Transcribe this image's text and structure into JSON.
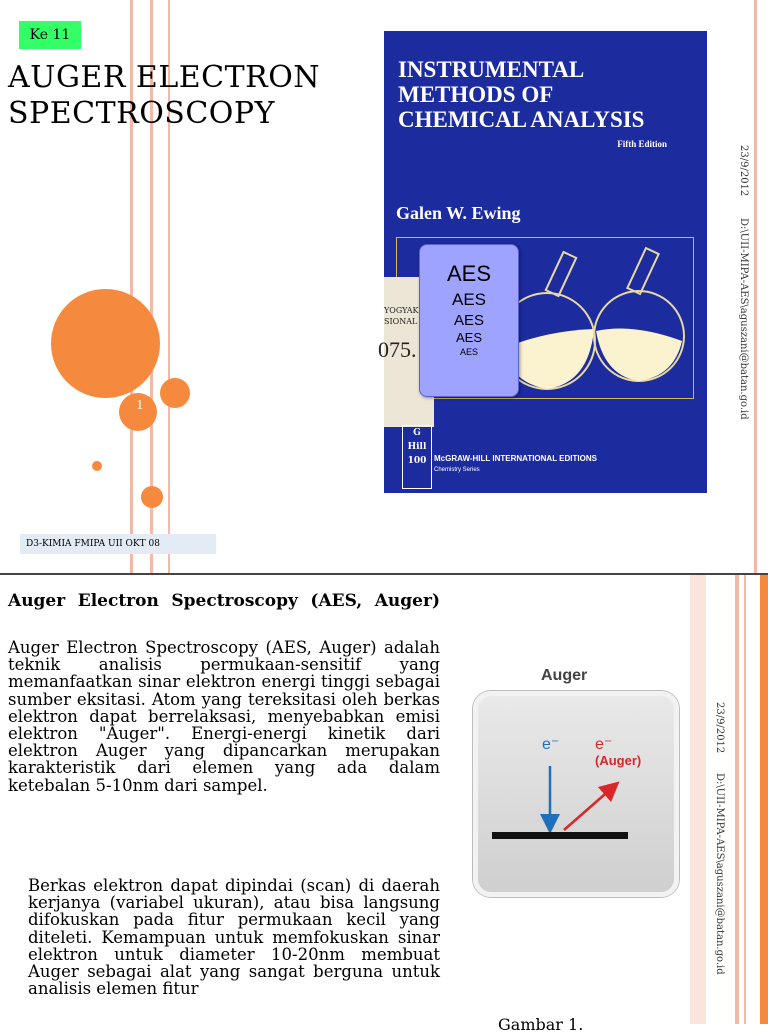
{
  "slide1": {
    "badge": "Ke 11",
    "title_line1": "AUGER ELECTRON",
    "title_line2": "SPECTROSCOPY",
    "page_number": "1",
    "footer": "D3-KIMIA FMIPA UII OKT 08",
    "side_date": "23/9/2012",
    "side_path": "D:\\UII-MIPA-AES\\aguszani@batan.go.id",
    "book_cover": {
      "title_line1": "INSTRUMENTAL",
      "title_line2": "METHODS OF",
      "title_line3": "CHEMICAL ANALYSIS",
      "edition": "Fifth Edition",
      "author": "Galen W. Ewing",
      "publisher": "McGRAW-HILL INTERNATIONAL EDITIONS",
      "series": "Chemistry Series",
      "stamp_line1": "YOGYAK",
      "stamp_line2": "SIONAL",
      "stamp_number": "075."
    },
    "aes_box": [
      "AES",
      "AES",
      "AES",
      "AES",
      "AES"
    ]
  },
  "slide2": {
    "heading": "Auger Electron Spectroscopy (AES, Auger)",
    "para1": "Auger Electron Spectroscopy (AES, Auger) adalah teknik analisis permukaan-sensitif yang memanfaatkan sinar elektron energi tinggi sebagai sumber eksitasi. Atom yang tereksitasi oleh berkas elektron dapat berrelaksasi, menyebabkan emisi elektron \"Auger\". Energi-energi kinetik dari elektron Auger yang dipancarkan merupakan karakteristik dari elemen yang ada dalam ketebalan 5-10nm dari sampel.",
    "para2": "Berkas elektron dapat dipindai (scan) di daerah kerjanya (variabel ukuran), atau bisa langsung difokuskan pada fitur permukaan kecil yang diteleti. Kemampuan untuk memfokuskan sinar elektron untuk diameter 10-20nm membuat Auger sebagai alat yang sangat berguna untuk analisis elemen fitur",
    "figure_title": "Auger",
    "figure_e_incident": "e⁻",
    "figure_e_auger": "e⁻",
    "figure_auger_label": "(Auger)",
    "figure_caption": "Gambar 1.",
    "side_date": "23/9/2012",
    "side_path": "D:\\UII-MIPA-AES\\aguszani@batan.go.id"
  },
  "colors": {
    "accent_orange": "#f58a3e",
    "badge_green": "#33ff66",
    "cover_blue": "#1c2b9e",
    "aes_box": "#9da3ff"
  }
}
